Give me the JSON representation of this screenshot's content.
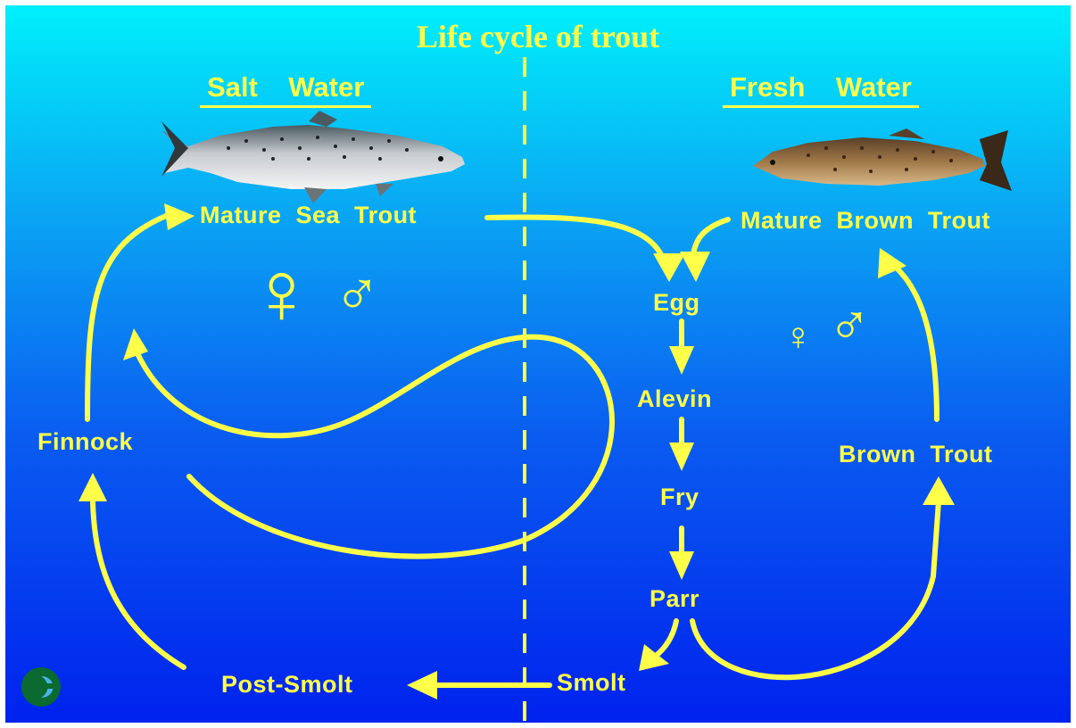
{
  "title": "Life cycle of trout",
  "headings": {
    "left": "Salt    Water",
    "right": "Fresh    Water"
  },
  "stages": {
    "mature_sea_trout": "Mature  Sea  Trout",
    "mature_brown_trout": "Mature  Brown  Trout",
    "egg": "Egg",
    "alevin": "Alevin",
    "fry": "Fry",
    "parr": "Parr",
    "smolt": "Smolt",
    "post_smolt": "Post-Smolt",
    "finnock": "Finnock",
    "brown_trout": "Brown  Trout"
  },
  "symbols": {
    "female": "♀",
    "male": "♂"
  },
  "colors": {
    "accent": "#ffff4a",
    "logo": "#0a6a30"
  }
}
